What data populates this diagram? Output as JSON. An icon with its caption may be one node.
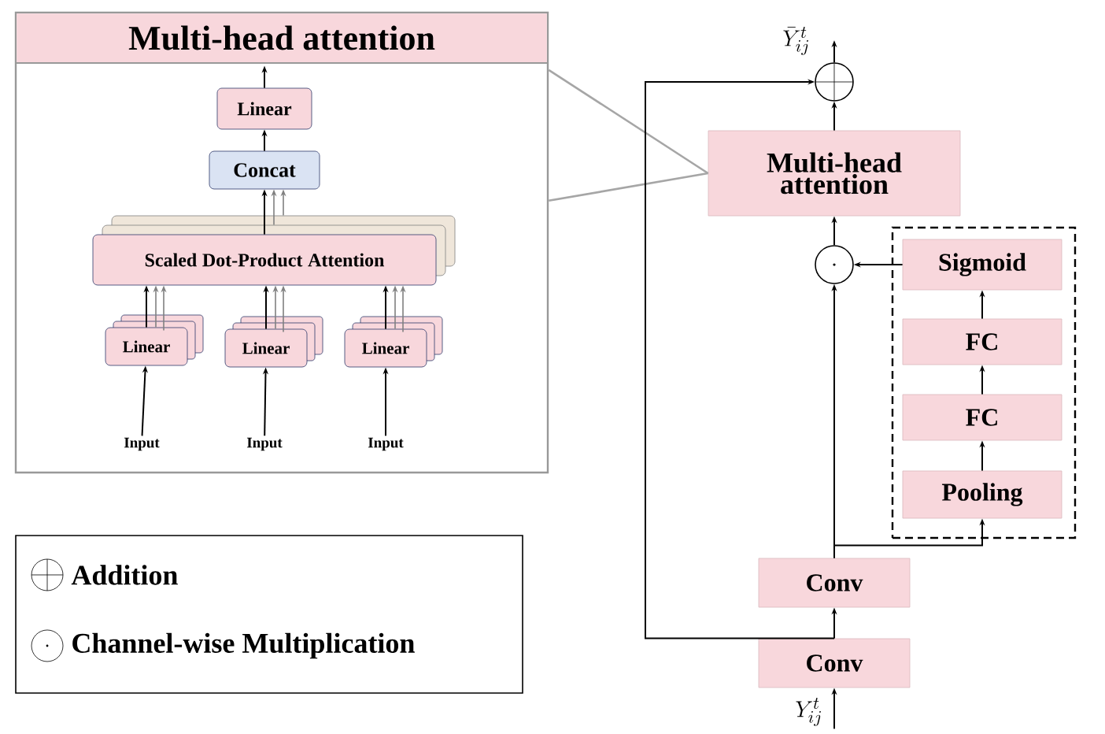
{
  "diagram": {
    "nodes": [
      {
        "text": [
          "Multi-head attention"
        ]
      },
      {
        "text": [
          "Linear"
        ],
        "in": 0
      },
      {
        "text": [
          "Concat"
        ],
        "in": 0
      },
      {
        "text": [
          "Scaled Dot-Product Attention"
        ],
        "in": 0
      },
      {
        "text": [
          "Linear"
        ],
        "in": 0
      },
      {
        "text": [
          "Linear"
        ],
        "in": 0
      },
      {
        "text": [
          "Linear"
        ],
        "in": 0
      },
      {
        "text": [
          "Input"
        ],
        "in": 0
      },
      {
        "text": [
          "Input"
        ],
        "in": 0
      },
      {
        "text": [
          "Input"
        ],
        "in": 0
      },
      {
        "text": [],
        "shape": "circle",
        "beside": [
          "\\bar{Y}^{t}_{ij}"
        ]
      },
      {
        "text": [
          "Multi-head attention"
        ]
      },
      {
        "text": [],
        "shape": "circle"
      },
      {
        "text": [],
        "shape": "box"
      },
      {
        "text": [
          "Sigmoid"
        ],
        "in": 13
      },
      {
        "text": [
          "FC"
        ],
        "in": 13
      },
      {
        "text": [
          "FC"
        ],
        "in": 13
      },
      {
        "text": [
          "Pooling"
        ],
        "in": 13
      },
      {
        "text": [
          "Conv"
        ]
      },
      {
        "text": [
          "Conv"
        ],
        "beside": [
          "Y^{t}_{ij}"
        ]
      }
    ],
    "edges": [
      {
        "from": 7,
        "to": 4,
        "arrow": "to"
      },
      {
        "from": 8,
        "to": 5,
        "arrow": "to"
      },
      {
        "from": 9,
        "to": 6,
        "arrow": "to"
      },
      {
        "from": 4,
        "to": 3,
        "arrow": "to"
      },
      {
        "from": 5,
        "to": 3,
        "arrow": "to"
      },
      {
        "from": 6,
        "to": 3,
        "arrow": "to"
      },
      {
        "from": 3,
        "to": 2,
        "arrow": "to"
      },
      {
        "from": 2,
        "to": 1,
        "arrow": "to"
      },
      {
        "from": 1,
        "to": null,
        "arrow": "to"
      },
      {
        "from": 0,
        "to": 11,
        "arrow": "none",
        "color": "#a6a6a6"
      },
      {
        "from": 0,
        "to": 11,
        "arrow": "none",
        "color": "#a6a6a6"
      },
      {
        "from": null,
        "to": 19,
        "arrow": "to"
      },
      {
        "from": 19,
        "to": 18,
        "arrow": "to"
      },
      {
        "from": 19,
        "to": 10,
        "arrow": "to"
      },
      {
        "from": 18,
        "to": 12,
        "arrow": "to"
      },
      {
        "from": 18,
        "to": 17,
        "arrow": "to"
      },
      {
        "from": 17,
        "to": 16,
        "arrow": "to"
      },
      {
        "from": 16,
        "to": 15,
        "arrow": "to"
      },
      {
        "from": 15,
        "to": 14,
        "arrow": "to"
      },
      {
        "from": 14,
        "to": 12,
        "arrow": "to"
      },
      {
        "from": 12,
        "to": 11,
        "arrow": "to"
      },
      {
        "from": 11,
        "to": 10,
        "arrow": "to"
      },
      {
        "from": 10,
        "to": null,
        "arrow": "to"
      },
      {
        "from": 4,
        "to": 3,
        "arrow": "to",
        "color": "#808080"
      },
      {
        "from": 4,
        "to": 3,
        "arrow": "to",
        "color": "#808080"
      },
      {
        "from": 5,
        "to": 3,
        "arrow": "to",
        "color": "#808080"
      },
      {
        "from": 5,
        "to": 3,
        "arrow": "to",
        "color": "#808080"
      },
      {
        "from": 6,
        "to": 3,
        "arrow": "to",
        "color": "#808080"
      },
      {
        "from": 6,
        "to": 3,
        "arrow": "to",
        "color": "#808080"
      },
      {
        "from": 3,
        "to": 2,
        "arrow": "to",
        "color": "#808080"
      },
      {
        "from": 3,
        "to": 2,
        "arrow": "to",
        "color": "#808080"
      }
    ],
    "legend": [
      {
        "text": "Addition"
      },
      {
        "text": "Channel-wise Multiplication"
      }
    ]
  }
}
